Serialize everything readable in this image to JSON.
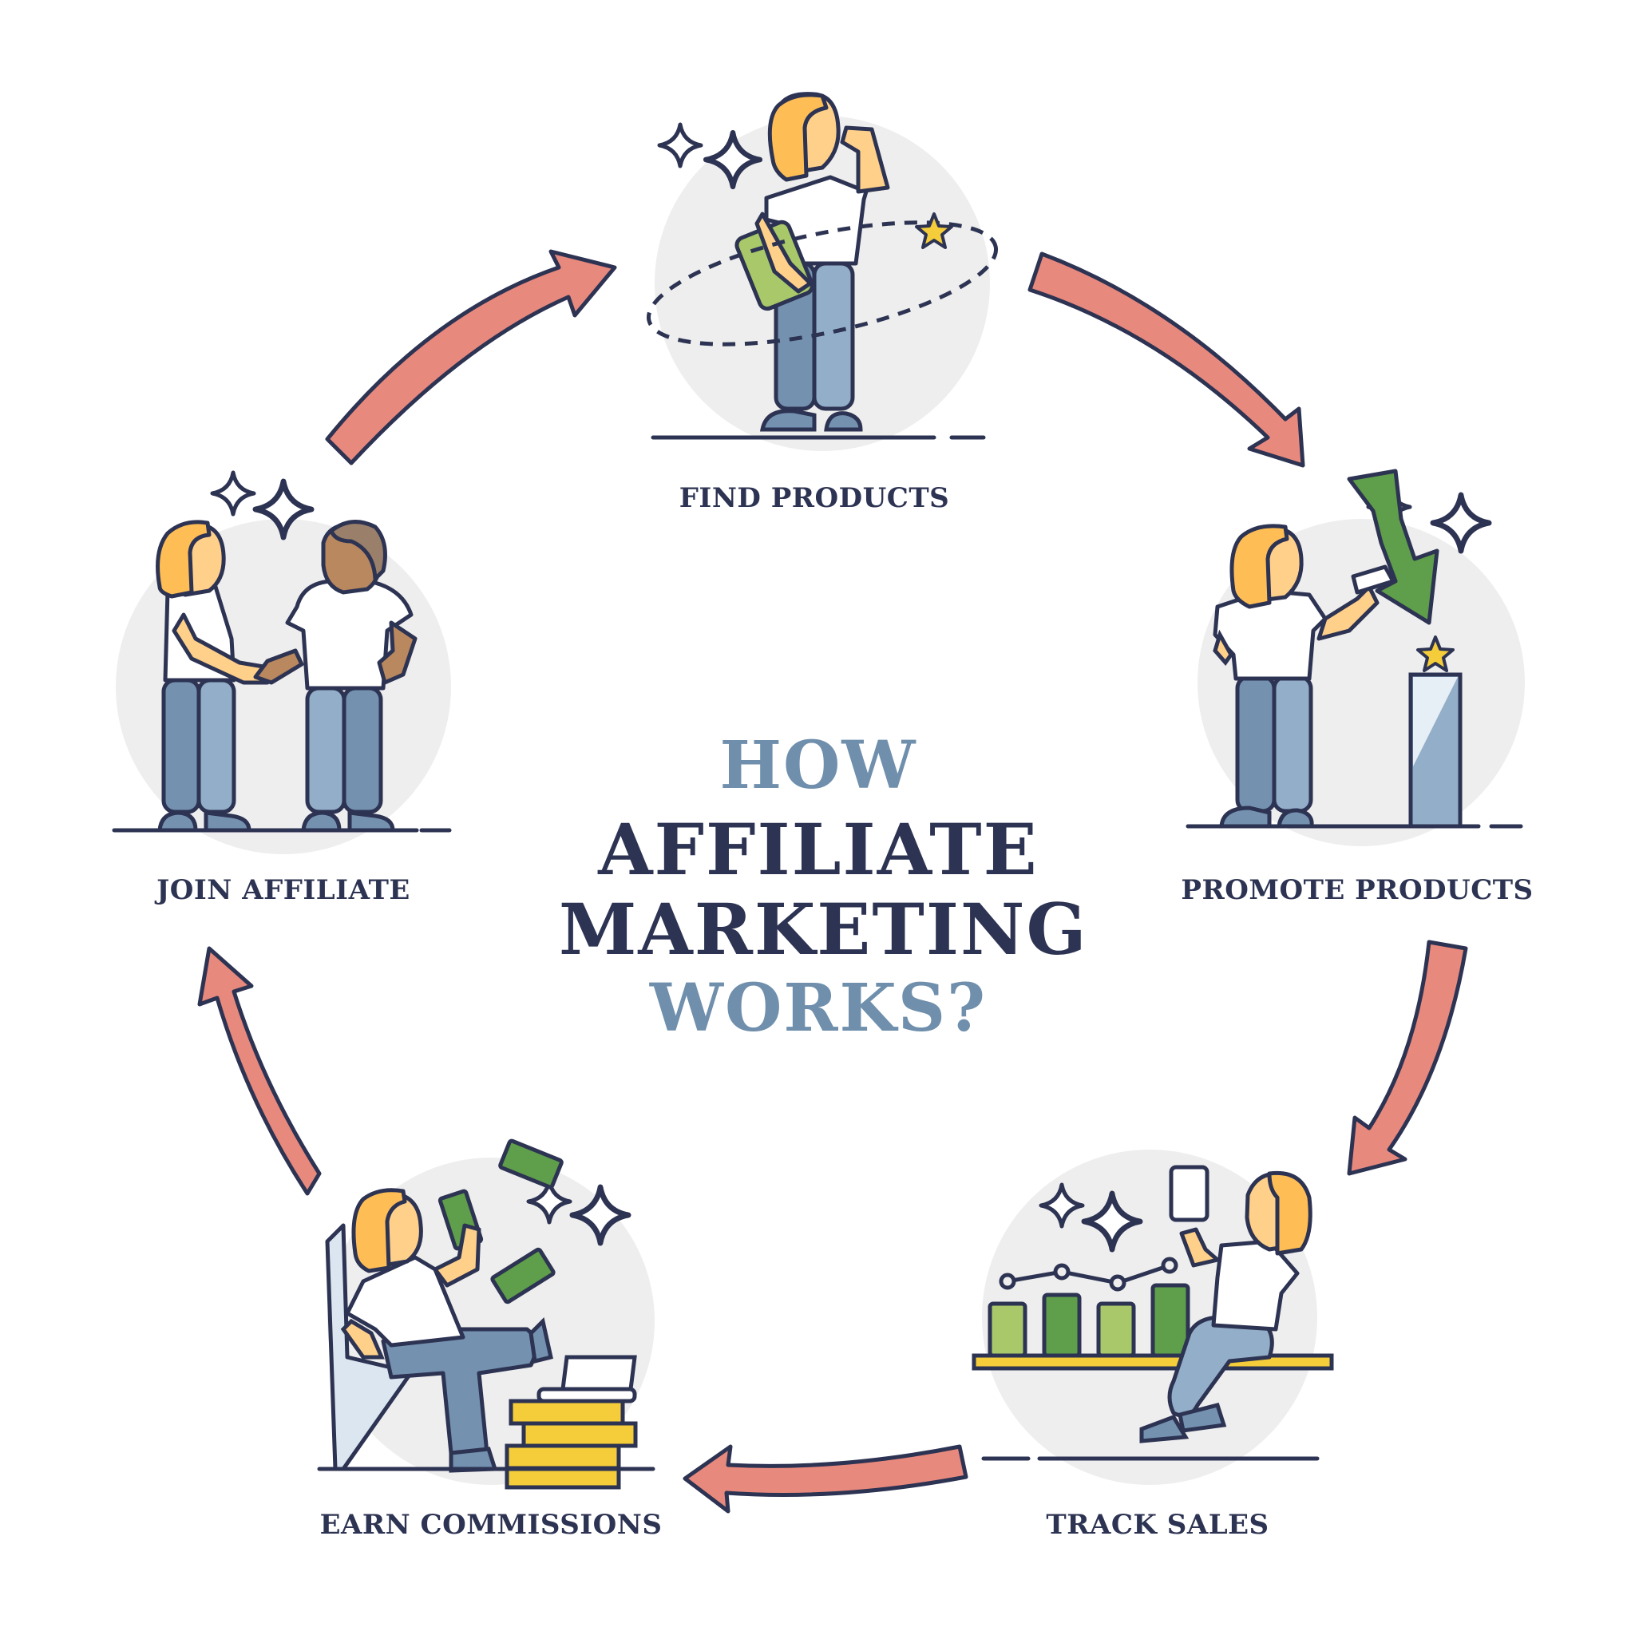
{
  "title": {
    "line1": "HOW",
    "line2": "AFFILIATE",
    "line3": "MARKETING",
    "line4": "WORKS?"
  },
  "steps": [
    {
      "label": "FIND PRODUCTS",
      "icon": "person-searching-icon"
    },
    {
      "label": "PROMOTE PRODUCTS",
      "icon": "person-promoting-icon"
    },
    {
      "label": "TRACK SALES",
      "icon": "person-tracking-sales-icon"
    },
    {
      "label": "EARN COMMISSIONS",
      "icon": "person-earning-money-icon"
    },
    {
      "label": "JOIN AFFILIATE",
      "icon": "handshake-icon"
    }
  ],
  "flow": {
    "direction": "clockwise",
    "order": [
      "FIND PRODUCTS",
      "PROMOTE PRODUCTS",
      "TRACK SALES",
      "EARN COMMISSIONS",
      "JOIN AFFILIATE"
    ]
  },
  "colors": {
    "outline": "#2d3352",
    "title_dark": "#2d3352",
    "title_light": "#6f8fac",
    "arrow": "#e8897e",
    "circle_bg": "#eeeeee",
    "hair": "#ffbe55",
    "skin": "#ffd08a",
    "pants_dark": "#7491b0",
    "pants_light": "#93aec8",
    "green_dark": "#5f9e4a",
    "green_light": "#a8c86a",
    "gold": "#f5cd3a"
  }
}
